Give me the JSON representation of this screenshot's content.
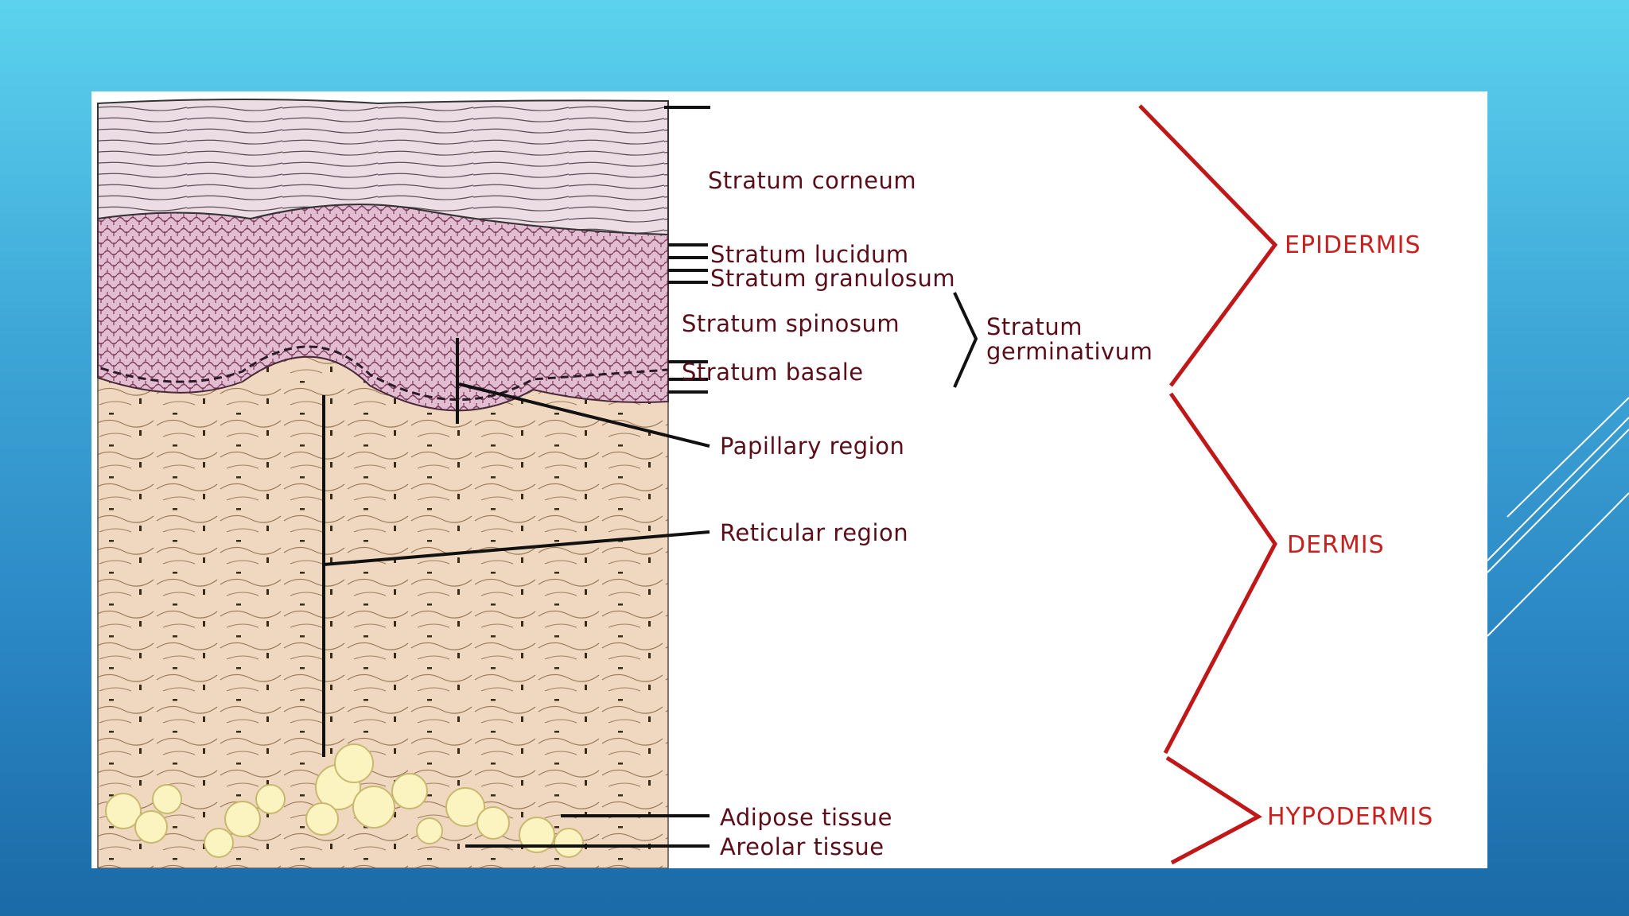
{
  "diagram": {
    "layer_labels": {
      "stratum_corneum": "Stratum corneum",
      "stratum_lucidum": "Stratum lucidum",
      "stratum_granulosum": "Stratum granulosum",
      "stratum_spinosum": "Stratum spinosum",
      "stratum_basale": "Stratum basale",
      "stratum_germinativum_line1": "Stratum",
      "stratum_germinativum_line2": "germinativum",
      "papillary_region": "Papillary region",
      "reticular_region": "Reticular region",
      "adipose_tissue": "Adipose tissue",
      "areolar_tissue": "Areolar tissue"
    },
    "sections": {
      "epidermis": "EPIDERMIS",
      "dermis": "DERMIS",
      "hypodermis": "HYPODERMIS"
    }
  },
  "colors": {
    "background_top": "#5cd3ee",
    "background_bottom": "#1a6aa6",
    "brace": "#c01818",
    "label_text": "#5a0e1a",
    "corneum": "#e8d6e0",
    "epidermis_cells": "#d8a9c4",
    "dermis": "#ecd3b8",
    "adipose": "#fbf4c0"
  }
}
